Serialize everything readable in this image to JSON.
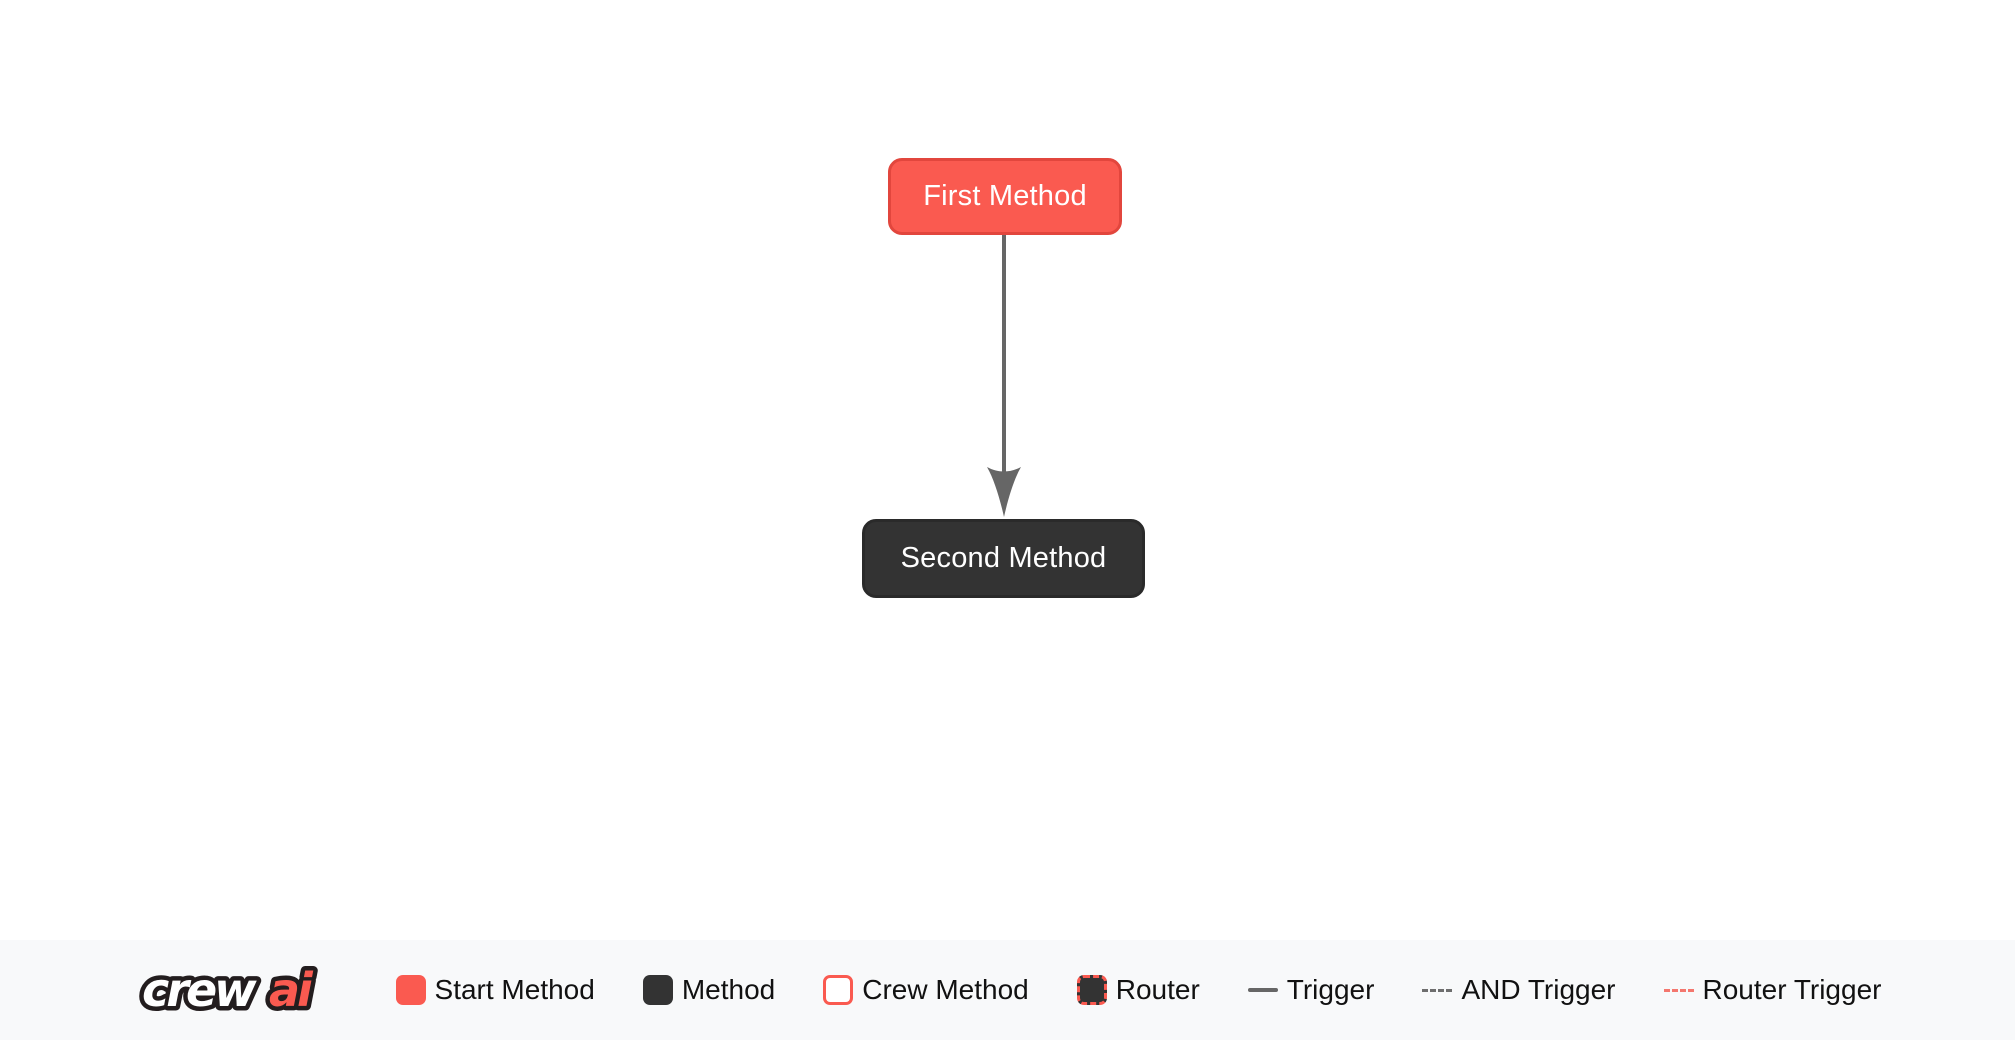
{
  "canvas": {
    "background": "#ffffff",
    "nodes": [
      {
        "label": "First Method",
        "type": "start-method",
        "fill": "#fa5a50",
        "border": "#e2463d",
        "text_color": "#ffffff"
      },
      {
        "label": "Second Method",
        "type": "method",
        "fill": "#333333",
        "border": "#2a2a2a",
        "text_color": "#ffffff"
      }
    ],
    "edges": [
      {
        "from": "First Method",
        "to": "Second Method",
        "type": "trigger",
        "color": "#666666",
        "direction": "down"
      }
    ]
  },
  "legend": {
    "background": "#f8f9fa",
    "text_color": "#111111",
    "logo": {
      "crew": "crew",
      "ai": "ai",
      "crew_fill": "#ffffff",
      "ai_fill": "#fa5a50",
      "outline": "#231d1e"
    },
    "items": [
      {
        "label": "Start Method",
        "swatch": "start-method-square",
        "color": "#fa5a50"
      },
      {
        "label": "Method",
        "swatch": "method-square",
        "color": "#333333"
      },
      {
        "label": "Crew Method",
        "swatch": "crew-method-square",
        "color": "#ffffff",
        "border_color": "#fa5a50"
      },
      {
        "label": "Router",
        "swatch": "router-square",
        "color": "#333333",
        "border_color": "#fa5a50",
        "border_style": "dashed"
      },
      {
        "label": "Trigger",
        "swatch": "solid-line",
        "color": "#666666"
      },
      {
        "label": "AND Trigger",
        "swatch": "dashed-line",
        "color": "#6e6e6e"
      },
      {
        "label": "Router Trigger",
        "swatch": "red-dashed-line",
        "color": "#f4776e"
      }
    ]
  }
}
